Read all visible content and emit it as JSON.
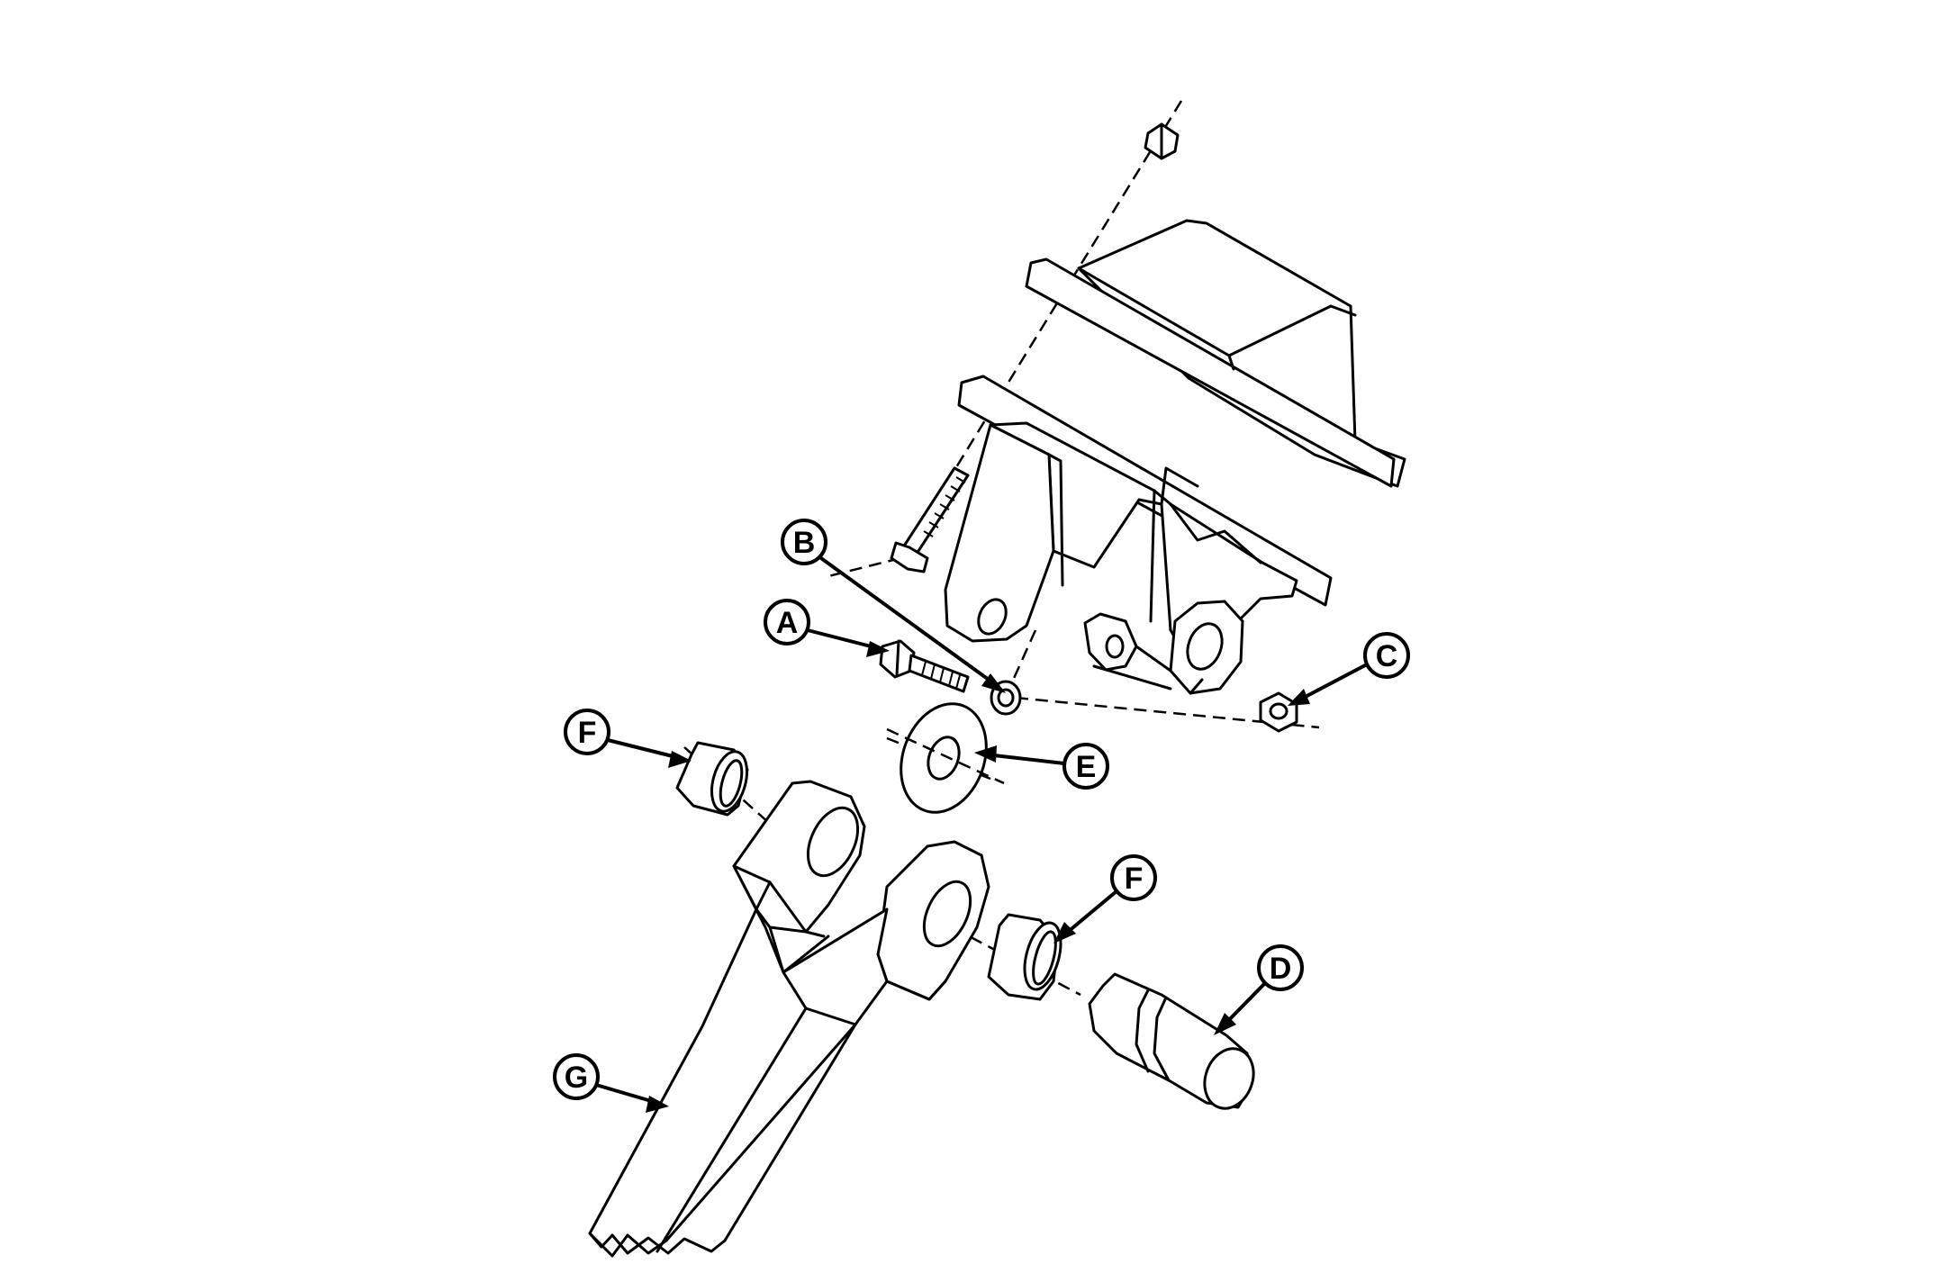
{
  "callouts": {
    "A": {
      "label": "A",
      "part": "capscrew"
    },
    "B": {
      "label": "B",
      "part": "lock-washer"
    },
    "C": {
      "label": "C",
      "part": "nut"
    },
    "D": {
      "label": "D",
      "part": "pin"
    },
    "E": {
      "label": "E",
      "part": "thrust-washer"
    },
    "F1": {
      "label": "F",
      "part": "bushing"
    },
    "F2": {
      "label": "F",
      "part": "bushing"
    },
    "G": {
      "label": "G",
      "part": "yoke-arm"
    }
  },
  "colors": {
    "ink": "#000000",
    "paper": "#ffffff"
  }
}
